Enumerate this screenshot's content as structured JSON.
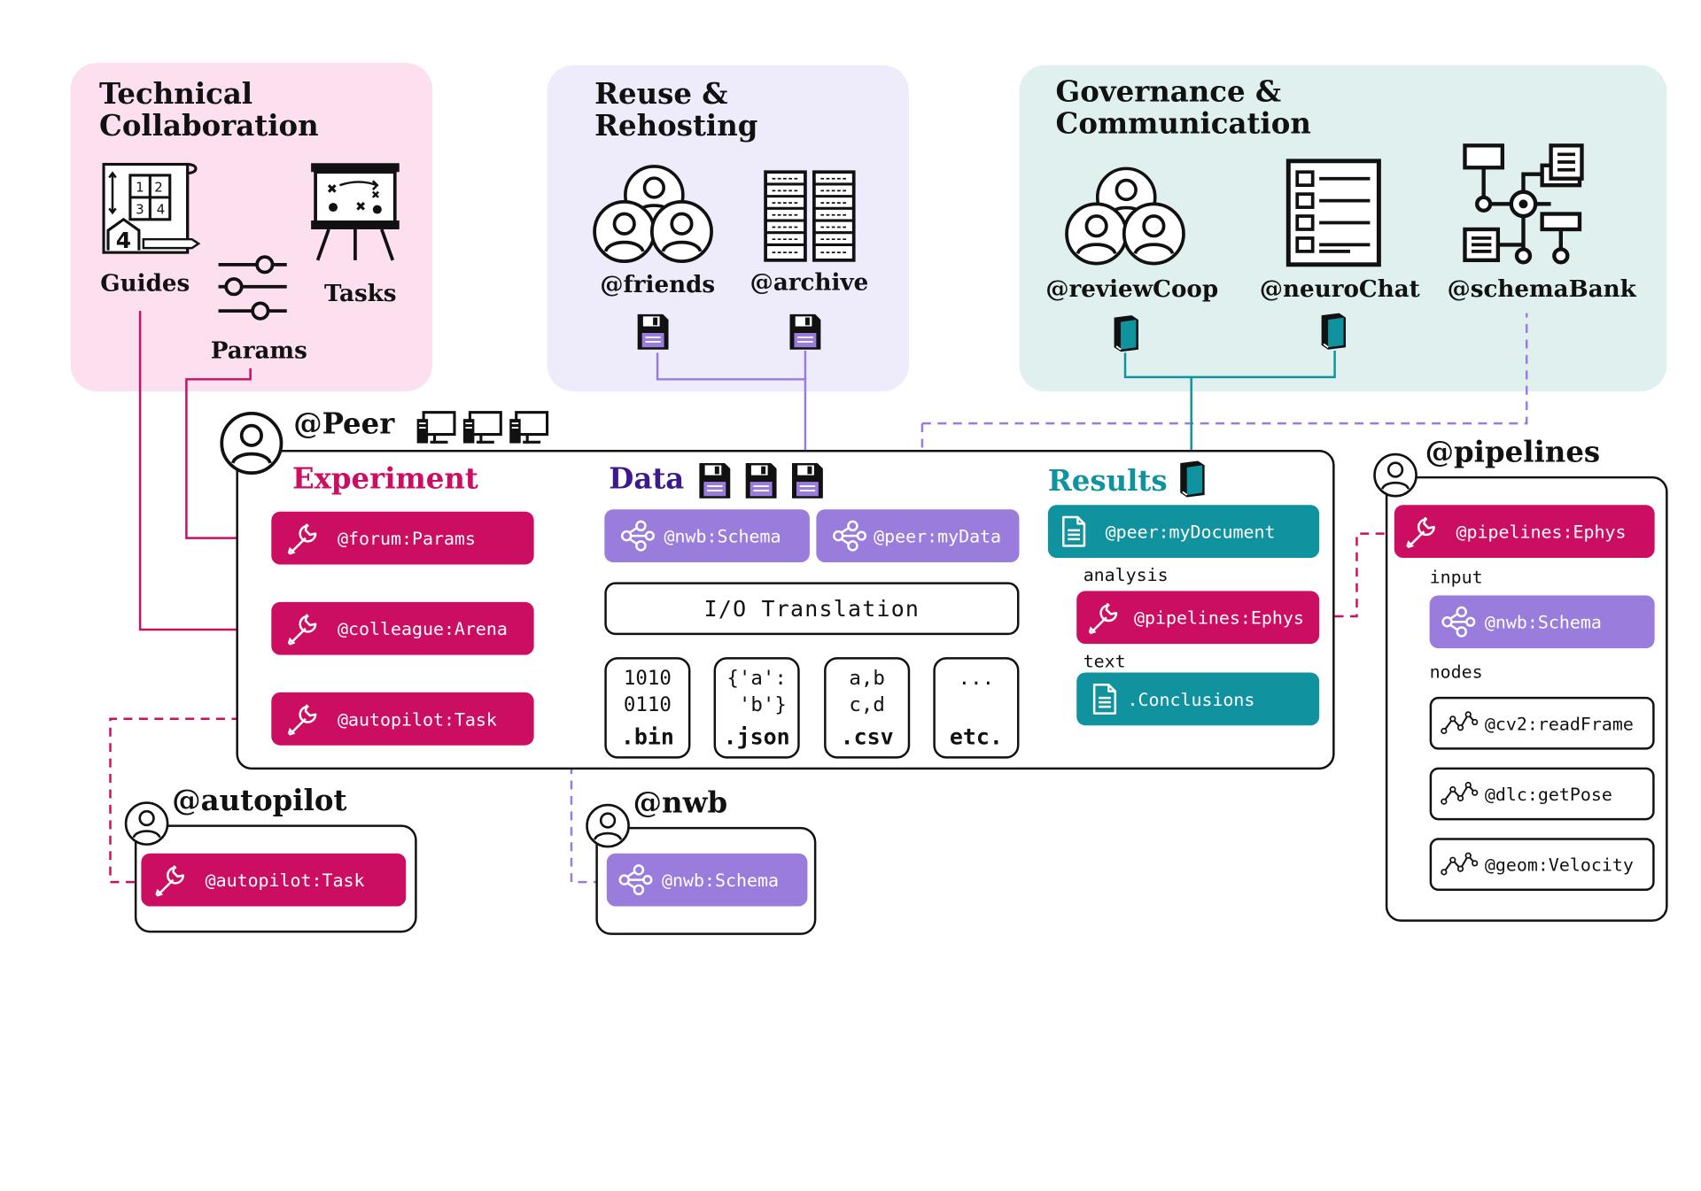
{
  "panels": {
    "technical": {
      "title_line1": "Technical",
      "title_line2": "Collaboration",
      "guides": "Guides",
      "params": "Params",
      "tasks": "Tasks"
    },
    "reuse": {
      "title_line1": "Reuse &",
      "title_line2": "Rehosting",
      "friends": "@friends",
      "archive": "@archive"
    },
    "governance": {
      "title_line1": "Governance &",
      "title_line2": "Communication",
      "review": "@reviewCoop",
      "chat": "@neuroChat",
      "schema": "@schemaBank"
    }
  },
  "peer": {
    "name": "@Peer",
    "experiment": {
      "title": "Experiment",
      "nodes": [
        "@forum:Params",
        "@colleague:Arena",
        "@autopilot:Task"
      ]
    },
    "data": {
      "title": "Data",
      "nodes": [
        "@nwb:Schema",
        "@peer:myData"
      ],
      "translation": "I/O Translation",
      "formats": [
        {
          "content": "1010\n0110",
          "ext": ".bin"
        },
        {
          "content": "{'a':\n 'b'}",
          "ext": ".json"
        },
        {
          "content": "a,b\nc,d",
          "ext": ".csv"
        },
        {
          "content": "...",
          "ext": "etc."
        }
      ]
    },
    "results": {
      "title": "Results",
      "document": "@peer:myDocument",
      "analysis_label": "analysis",
      "analysis_node": "@pipelines:Ephys",
      "text_label": "text",
      "text_node": ".Conclusions"
    }
  },
  "pipelines": {
    "name": "@pipelines",
    "main": "@pipelines:Ephys",
    "input_label": "input",
    "input_node": "@nwb:Schema",
    "nodes_label": "nodes",
    "nodes": [
      "@cv2:readFrame",
      "@dlc:getPose",
      "@geom:Velocity"
    ]
  },
  "autopilot": {
    "name": "@autopilot",
    "node": "@autopilot:Task"
  },
  "nwb": {
    "name": "@nwb",
    "node": "@nwb:Schema"
  },
  "colors": {
    "magenta": "#cc0e63",
    "purple": "#9a7cdc",
    "teal": "#11939f",
    "pink_panel": "#fde0f0",
    "lavender_panel": "#eeecfb",
    "mint_panel": "#dff0ee",
    "data_title": "#3d1a8c"
  }
}
